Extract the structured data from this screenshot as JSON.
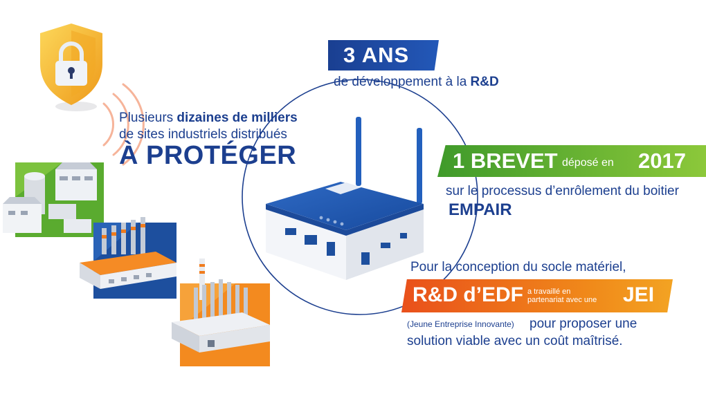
{
  "ans": {
    "label": "3 ANS",
    "desc_prefix": "de développement à la ",
    "desc_bold": "R&D"
  },
  "sites": {
    "line1_prefix": "Plusieurs ",
    "line1_bold": "dizaines de milliers",
    "line2": "de sites industriels distribués",
    "line3": "À PROTÉGER"
  },
  "brevet": {
    "label": "1 BREVET",
    "mid": "déposé en",
    "year": "2017",
    "desc": "sur le processus d’enrôlement du boitier",
    "name": "EMPAIR"
  },
  "conception": {
    "line": "Pour la conception du socle matériel,",
    "band_left": "R&D d’EDF",
    "band_small1": "a travaillé en",
    "band_small2": "partenariat avec une",
    "band_right": "JEI",
    "jei_small": "(Jeune Entreprise Innovante)",
    "jei_line1": "pour proposer une",
    "jei_line2": "solution viable avec un coût maîtrisé."
  },
  "colors": {
    "navy": "#1c3f8f",
    "green": "#5aab2f",
    "orange": "#ee6a1e",
    "shield": "#f5b52a"
  },
  "icons": [
    "shield-lock-icon",
    "power-plant-icon",
    "factory-icon",
    "factory-chimneys-icon",
    "router-device-icon"
  ]
}
